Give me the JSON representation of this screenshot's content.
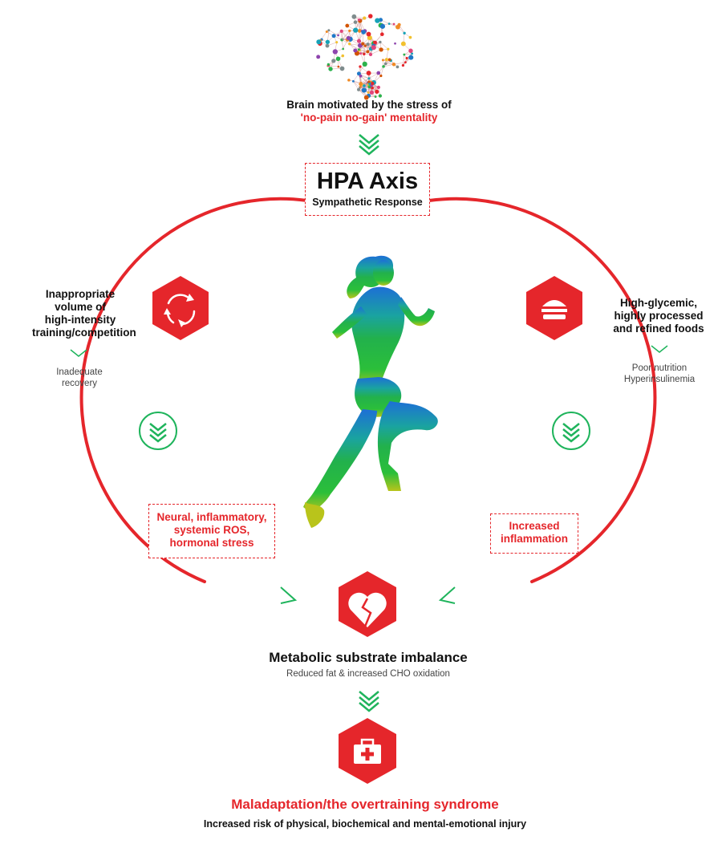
{
  "colors": {
    "red": "#e5262b",
    "green": "#1fb45c",
    "ink": "#111111",
    "grey": "#444444"
  },
  "brain": {
    "icon": "brain-network-icon",
    "line1": "Brain motivated by the stress of",
    "line2": "'no-pain no-gain' mentality"
  },
  "hpa": {
    "title": "HPA Axis",
    "subtitle": "Sympathetic Response"
  },
  "left_branch": {
    "icon": "cycle-arrows-icon",
    "title": [
      "Inappropriate",
      "volume of",
      "high-intensity",
      "training/competition"
    ],
    "sub": [
      "Inadequate",
      "recovery"
    ],
    "box": [
      "Neural, inflammatory,",
      "systemic ROS,",
      "hormonal stress"
    ]
  },
  "right_branch": {
    "icon": "burger-icon",
    "title": [
      "High-glycemic,",
      "highly processed",
      "and refined foods"
    ],
    "sub": [
      "Poor nutrition",
      "Hyperinsulinemia"
    ],
    "box": [
      "Increased",
      "inflammation"
    ]
  },
  "center": {
    "icon": "running-woman-silhouette"
  },
  "metabolic": {
    "icon": "broken-heart-icon",
    "title": "Metabolic substrate imbalance",
    "sub": "Reduced fat & increased CHO oxidation"
  },
  "outcome": {
    "icon": "first-aid-kit-icon",
    "title": "Maladaptation/the overtraining syndrome",
    "sub": "Increased risk of physical, biochemical and mental-emotional injury"
  }
}
